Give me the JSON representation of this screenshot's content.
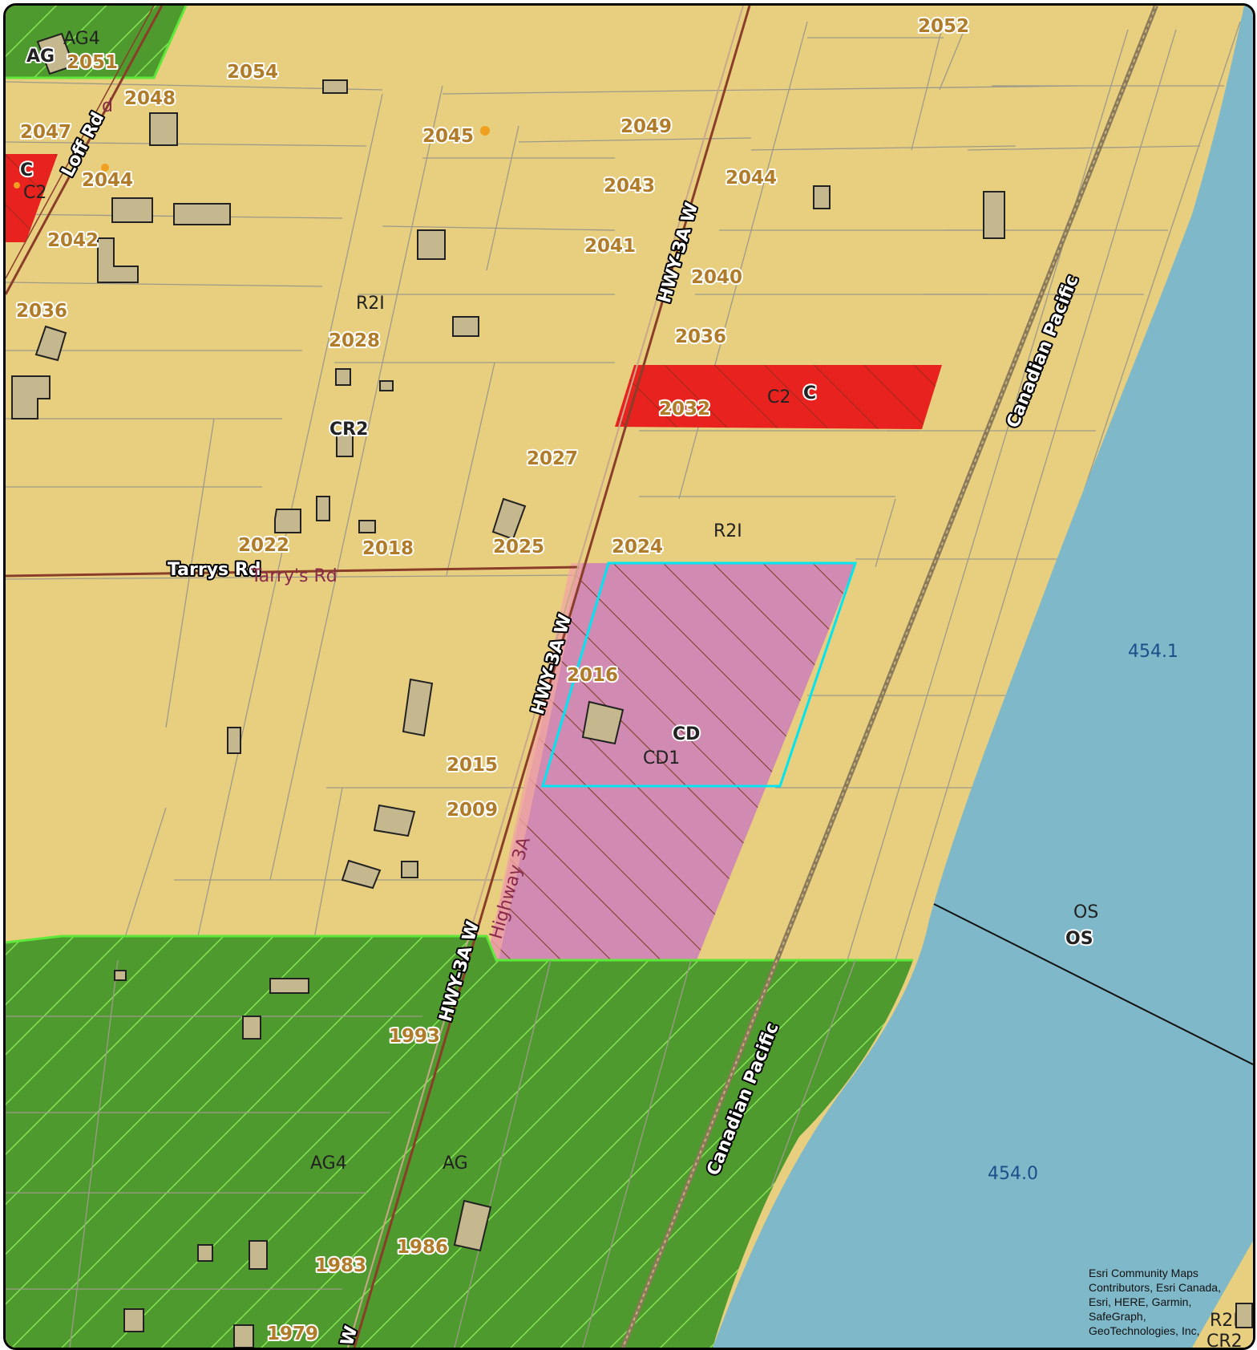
{
  "map": {
    "addresses": [
      "2052",
      "2051",
      "2054",
      "2048",
      "2047",
      "2045",
      "2049",
      "2044",
      "2043",
      "2044",
      "2042",
      "2041",
      "2040",
      "2036",
      "2028",
      "2036",
      "2032",
      "2027",
      "2022",
      "2018",
      "2025",
      "2024",
      "2016",
      "2015",
      "2009",
      "1993",
      "1986",
      "1983",
      "1979"
    ],
    "roads": [
      "Loff Rd",
      "Tarrys Rd",
      "HWY-3A W",
      "HWY-3A W",
      "HWY-3A W",
      "Canadian Pacific",
      "Canadian Pacific",
      "W"
    ],
    "street_names": [
      "Tarry's Rd",
      "Highway 3A",
      "d"
    ],
    "zones": [
      "AG4",
      "AG",
      "C",
      "C2",
      "R2I",
      "CR2",
      "C2",
      "C",
      "R2I",
      "CD",
      "CD1",
      "OS",
      "OS",
      "AG4",
      "AG",
      "R2I",
      "CR2"
    ],
    "elevations": [
      "454.1",
      "454.0"
    ],
    "attribution": "Esri Community Maps Contributors, Esri Canada, Esri, HERE, Garmin, SafeGraph, GeoTechnologies, Inc,",
    "colors": {
      "residential": "#e8cf80",
      "commercial": "#e8231f",
      "comprehensive_development": "#d087b4",
      "agricultural": "#4f9a2e",
      "agricultural_hatch": "#8df25a",
      "water": "#7fb8c9",
      "selected_parcel": "#00e5f0",
      "road_line": "#8a3e2a"
    }
  }
}
